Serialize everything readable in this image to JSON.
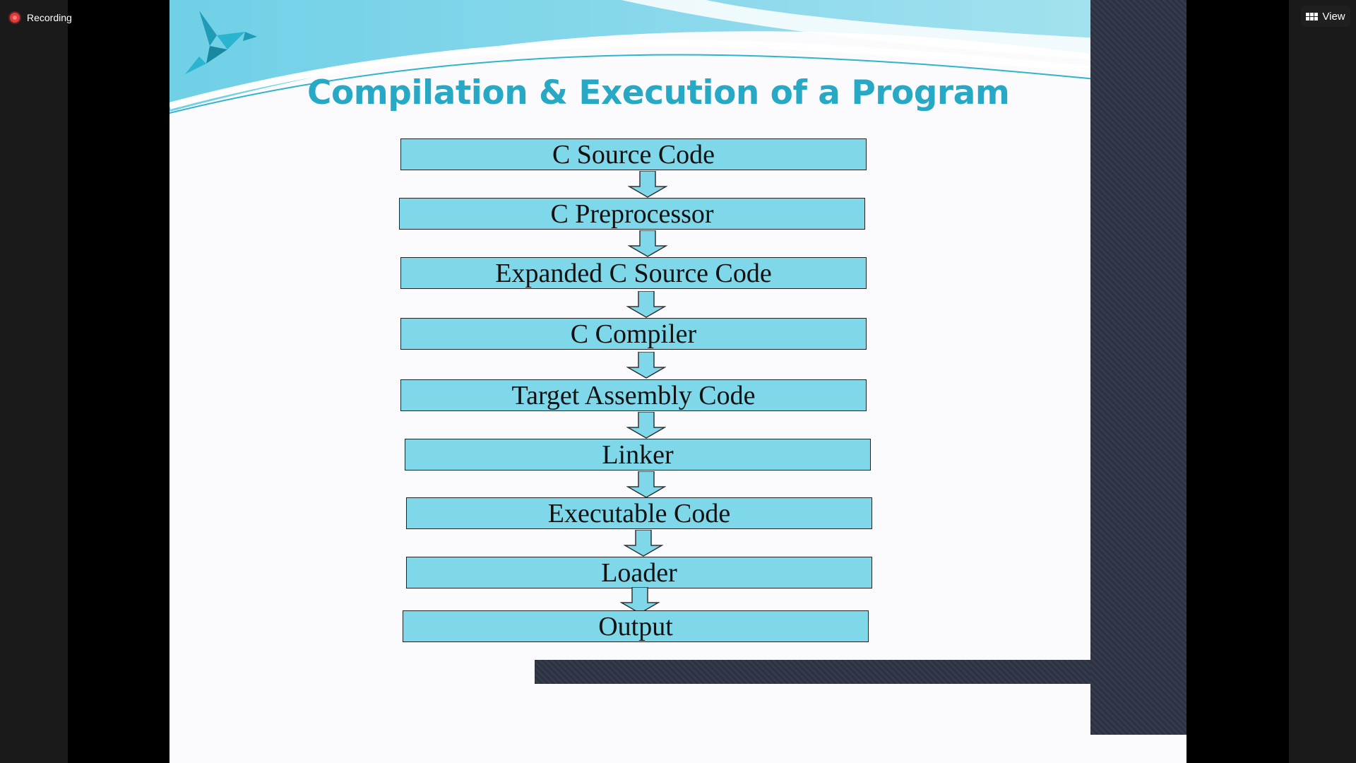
{
  "meeting": {
    "recording_label": "Recording",
    "view_label": "View"
  },
  "slide": {
    "title": "Compilation & Execution of a Program",
    "flow_steps": [
      "C Source Code",
      "C Preprocessor",
      "Expanded C Source Code",
      "C Compiler",
      "Target Assembly Code",
      "Linker",
      "Executable Code",
      "Loader",
      "Output"
    ]
  },
  "colors": {
    "accent": "#27a9c5",
    "box_fill": "#7ed8e9",
    "recording": "#e23b3b"
  },
  "icons": [
    "recording-icon",
    "grid-view-icon",
    "bird-logo-icon",
    "down-arrow-icon"
  ]
}
